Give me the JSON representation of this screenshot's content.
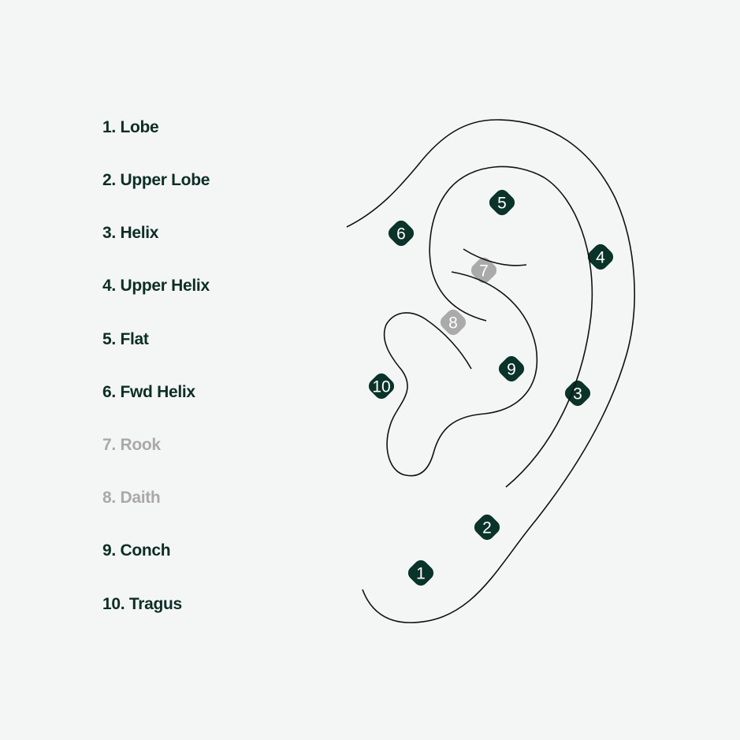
{
  "colors": {
    "active": "#0a3329",
    "inactive": "#aaaaaa",
    "background": "#f4f6f5",
    "line": "#111111"
  },
  "legend": [
    {
      "label": "1. Lobe",
      "active": true
    },
    {
      "label": "2. Upper Lobe",
      "active": true
    },
    {
      "label": "3. Helix",
      "active": true
    },
    {
      "label": "4. Upper Helix",
      "active": true
    },
    {
      "label": "5. Flat",
      "active": true
    },
    {
      "label": "6. Fwd Helix",
      "active": true
    },
    {
      "label": "7. Rook",
      "active": false
    },
    {
      "label": "8. Daith",
      "active": false
    },
    {
      "label": "9. Conch",
      "active": true
    },
    {
      "label": "10. Tragus",
      "active": true
    }
  ],
  "markers": [
    {
      "num": "1",
      "active": true
    },
    {
      "num": "2",
      "active": true
    },
    {
      "num": "3",
      "active": true
    },
    {
      "num": "4",
      "active": true
    },
    {
      "num": "5",
      "active": true
    },
    {
      "num": "6",
      "active": true
    },
    {
      "num": "7",
      "active": false
    },
    {
      "num": "8",
      "active": false
    },
    {
      "num": "9",
      "active": true
    },
    {
      "num": "10",
      "active": true
    }
  ]
}
